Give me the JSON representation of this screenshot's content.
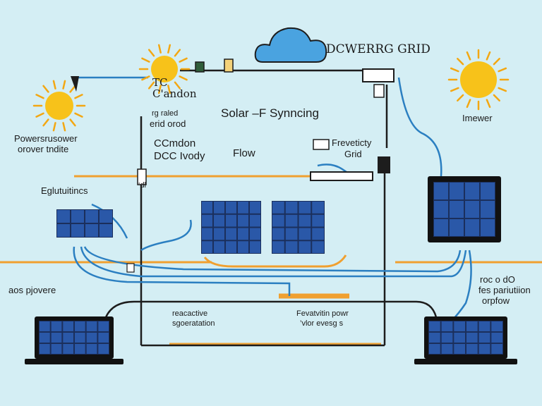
{
  "title": "Solar –F Synncing",
  "labels": {
    "grid_top": "DCWERRG GRID",
    "tc": "TC",
    "carndon": "C'andon",
    "rated_line1": "rg raled",
    "rated_line2": "erid orod",
    "powers_line1": "Powersrusower",
    "powers_line2": "orover tndite",
    "cc_line1": "CCmdon",
    "cc_line2": "DCC Ivody",
    "flow": "Flow",
    "freq_line1": "Freveticty",
    "freq_line2": "Grid",
    "inverter": "Imewer",
    "eglut": "Eglutuitincs",
    "aos": "aos pjovere",
    "reactive_line1": "reacactive",
    "reactive_line2": "sgoeratation",
    "fevel_line1": "Fevatvitin powr",
    "fevel_line2": "’vlor evesg s",
    "right_line1": "roc o dO",
    "right_line2": "fes pariutiion",
    "right_line3": "orpfow",
    "small_label": "‘dl"
  },
  "colors": {
    "background": "#d4eef4",
    "sun": "#f7c21a",
    "sun_ray": "#f3a712",
    "cloud": "#4aa3e0",
    "panel": "#2a58a8",
    "panel_frame": "#1b2f5c",
    "wire_black": "#1d1d1d",
    "wire_blue": "#2b7fc1",
    "wire_orange": "#f0a030"
  }
}
